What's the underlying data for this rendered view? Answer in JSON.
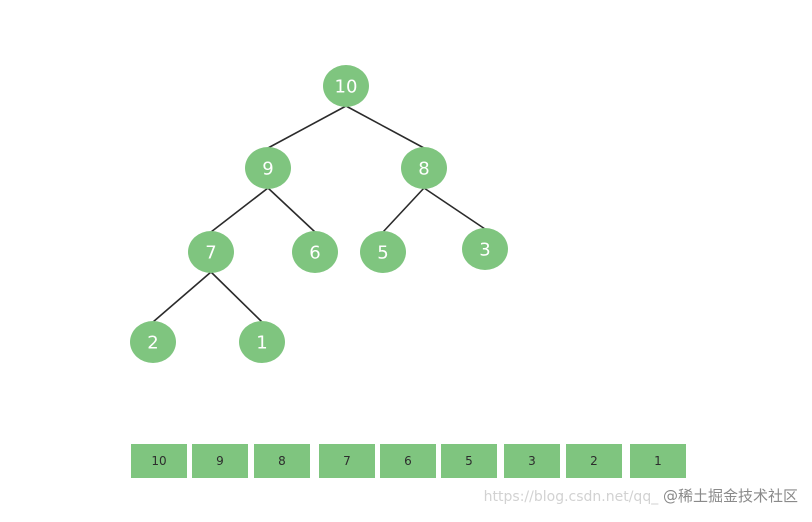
{
  "tree": {
    "nodes": [
      {
        "id": "n0",
        "value": "10"
      },
      {
        "id": "n1",
        "value": "9"
      },
      {
        "id": "n2",
        "value": "8"
      },
      {
        "id": "n3",
        "value": "7"
      },
      {
        "id": "n4",
        "value": "6"
      },
      {
        "id": "n5",
        "value": "5"
      },
      {
        "id": "n6",
        "value": "3"
      },
      {
        "id": "n7",
        "value": "2"
      },
      {
        "id": "n8",
        "value": "1"
      }
    ],
    "edges": [
      {
        "from": "n0",
        "to": "n1"
      },
      {
        "from": "n0",
        "to": "n2"
      },
      {
        "from": "n1",
        "to": "n3"
      },
      {
        "from": "n1",
        "to": "n4"
      },
      {
        "from": "n2",
        "to": "n5"
      },
      {
        "from": "n2",
        "to": "n6"
      },
      {
        "from": "n3",
        "to": "n7"
      },
      {
        "from": "n3",
        "to": "n8"
      }
    ]
  },
  "array": [
    "10",
    "9",
    "8",
    "7",
    "6",
    "5",
    "3",
    "2",
    "1"
  ],
  "watermark": {
    "url": "https://blog.csdn.net/qq_",
    "brand": "@稀土掘金技术社区"
  },
  "colors": {
    "node_fill": "#7fc57f",
    "edge": "#2b2b2b",
    "cell_fill": "#7fc57f"
  }
}
